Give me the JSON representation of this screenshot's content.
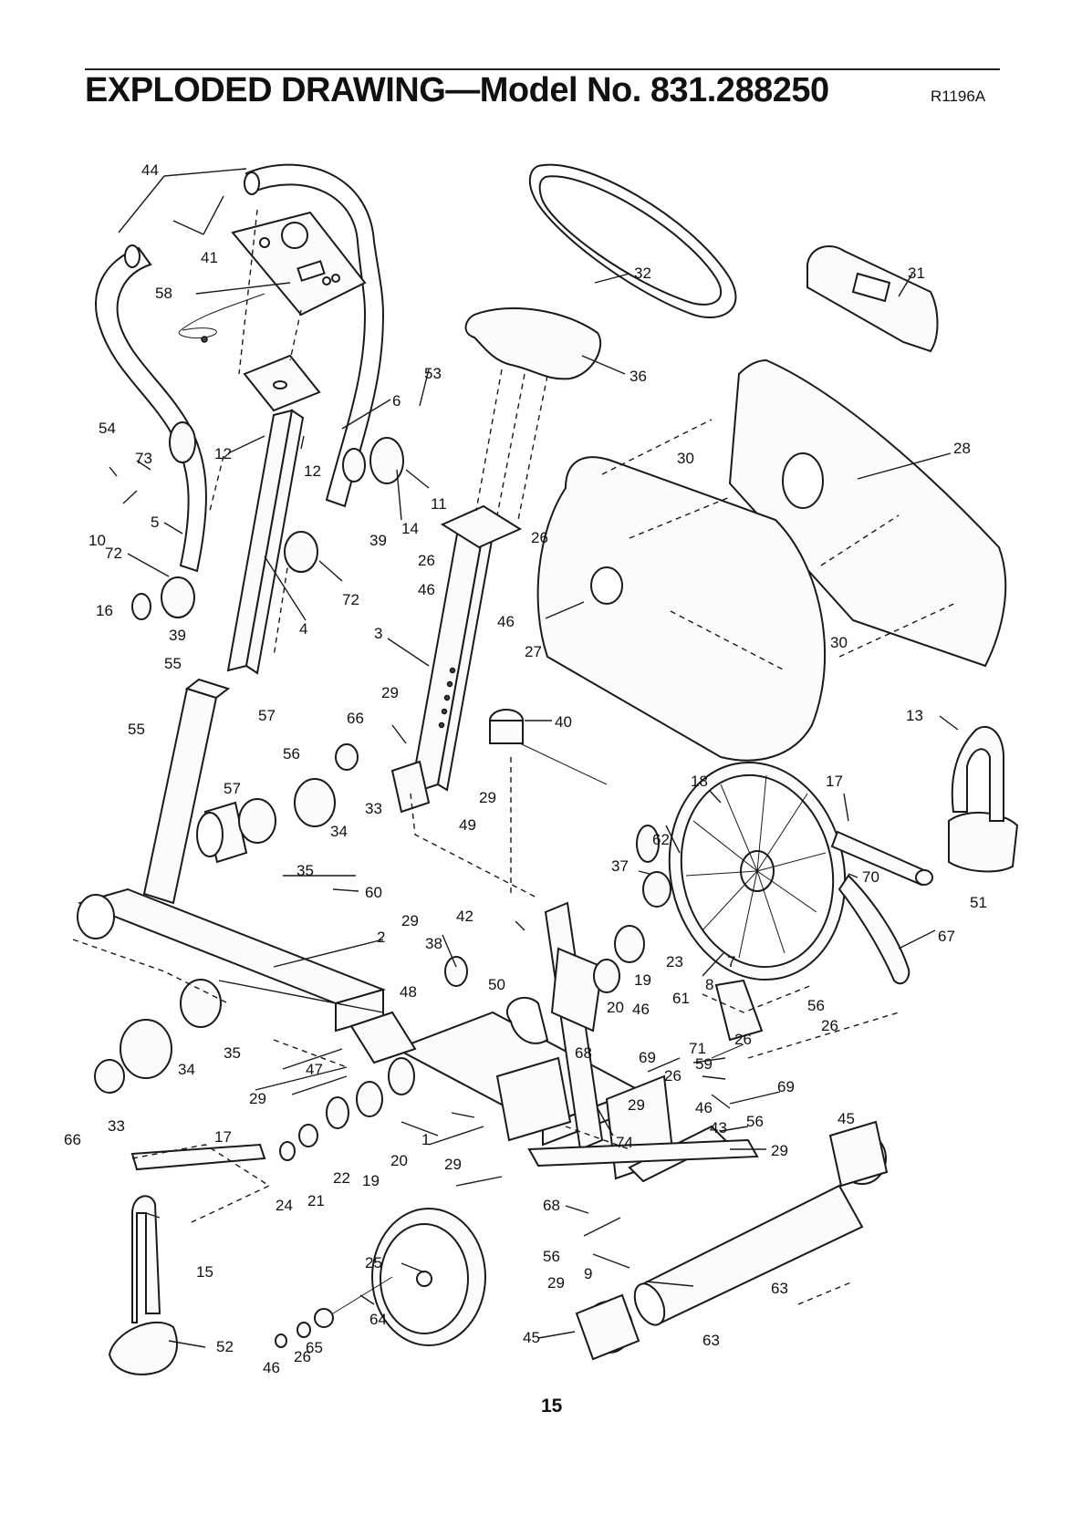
{
  "header": {
    "title": "EXPLODED DRAWING—Model No. 831.288250",
    "model_code": "R1196A"
  },
  "footer": {
    "page_number": "15"
  },
  "parts": {
    "p1": "1",
    "p2": "2",
    "p3": "3",
    "p4": "4",
    "p5": "5",
    "p6": "6",
    "p7": "7",
    "p8": "8",
    "p9": "9",
    "p10": "10",
    "p11": "11",
    "p12": "12",
    "p13": "13",
    "p14": "14",
    "p15": "15",
    "p16": "16",
    "p17": "17",
    "p18": "18",
    "p19": "19",
    "p20": "20",
    "p21": "21",
    "p22": "22",
    "p23": "23",
    "p24": "24",
    "p25": "25",
    "p26": "26",
    "p27": "27",
    "p28": "28",
    "p29": "29",
    "p30": "30",
    "p31": "31",
    "p32": "32",
    "p33": "33",
    "p34": "34",
    "p35": "35",
    "p36": "36",
    "p37": "37",
    "p38": "38",
    "p39": "39",
    "p40": "40",
    "p41": "41",
    "p42": "42",
    "p43": "43",
    "p44": "44",
    "p45": "45",
    "p46": "46",
    "p47": "47",
    "p48": "48",
    "p49": "49",
    "p50": "50",
    "p51": "51",
    "p52": "52",
    "p53": "53",
    "p54": "54",
    "p55": "55",
    "p56": "56",
    "p57": "57",
    "p58": "58",
    "p59": "59",
    "p60": "60",
    "p61": "61",
    "p62": "62",
    "p63": "63",
    "p64": "64",
    "p65": "65",
    "p66": "66",
    "p67": "67",
    "p68": "68",
    "p69": "69",
    "p70": "70",
    "p71": "71",
    "p72": "72",
    "p73": "73",
    "p74": "74"
  }
}
